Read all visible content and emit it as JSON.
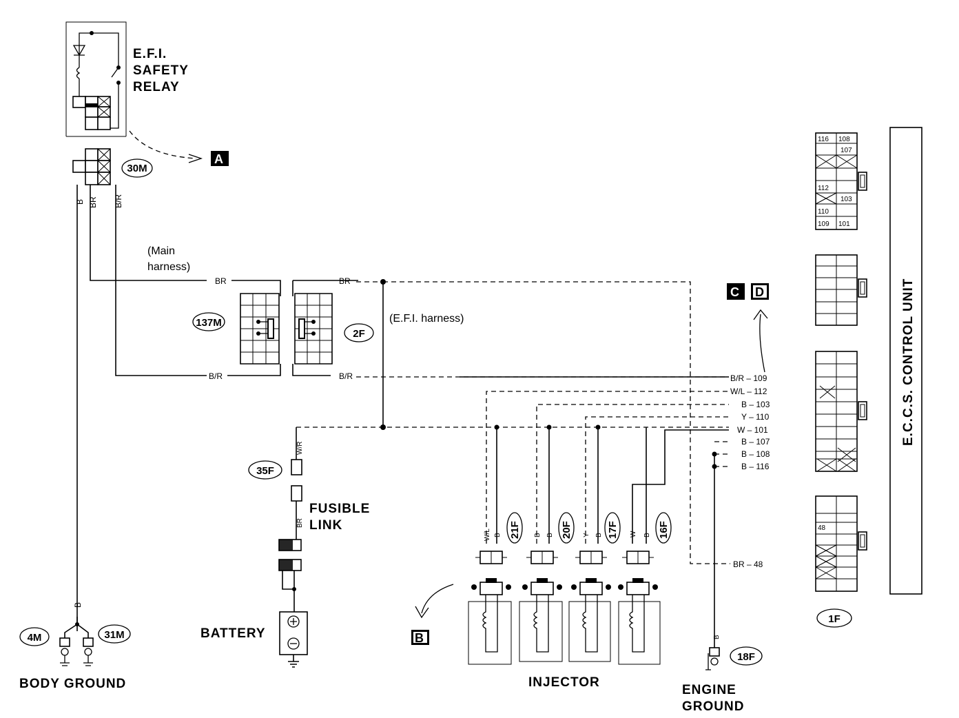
{
  "relay": {
    "line1": "E.F.I.",
    "line2": "SAFETY",
    "line3": "RELAY"
  },
  "markers": {
    "a": "A",
    "b": "B",
    "c": "C",
    "d": "D"
  },
  "connectors": {
    "c30m": "30M",
    "c137m": "137M",
    "c2f": "2F",
    "c35f": "35F",
    "c21f": "21F",
    "c20f": "20F",
    "c17f": "17F",
    "c16f": "16F",
    "c4m": "4M",
    "c31m": "31M",
    "c18f": "18F",
    "c1f": "1F"
  },
  "harness": {
    "main_line1": "(Main",
    "main_line2": "harness)",
    "efi": "(E.F.I. harness)"
  },
  "wires": {
    "b": "B",
    "br": "BR",
    "b_r": "B/R",
    "w_r": "W/R",
    "y": "Y",
    "w": "W",
    "w_l": "W/L"
  },
  "ecu_pins": [
    "B/R – 109",
    "W/L – 112",
    "B – 103",
    "Y – 110",
    "W – 101",
    "B – 107",
    "B – 108",
    "B – 116"
  ],
  "br48": "BR – 48",
  "ecu_numbers": {
    "p116": "116",
    "p108": "108",
    "p107": "107",
    "p112": "112",
    "p103": "103",
    "p110": "110",
    "p109": "109",
    "p101": "101",
    "p48": "48"
  },
  "labels": {
    "fusible_1": "FUSIBLE",
    "fusible_2": "LINK",
    "battery": "BATTERY",
    "injector": "INJECTOR",
    "body_ground": "BODY GROUND",
    "engine_ground_1": "ENGINE",
    "engine_ground_2": "GROUND",
    "ecu": "E.C.C.S. CONTROL UNIT"
  }
}
